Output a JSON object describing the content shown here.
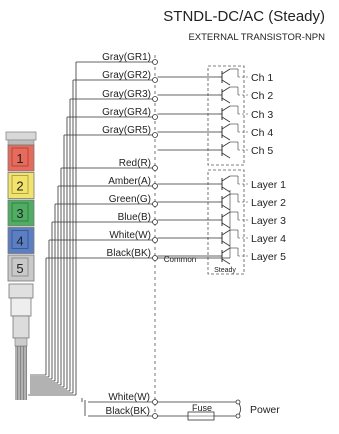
{
  "title": "STNDL-DC/AC (Steady)",
  "subtitle": "EXTERNAL TRANSISTOR-NPN",
  "wires": [
    "Gray(GR1)",
    "Gray(GR2)",
    "Gray(GR3)",
    "Gray(GR4)",
    "Gray(GR5)",
    "Red(R)",
    "Amber(A)",
    "Green(G)",
    "Blue(B)",
    "White(W)",
    "Black(BK)"
  ],
  "channels": [
    "Ch 1",
    "Ch 2",
    "Ch 3",
    "Ch 4",
    "Ch 5"
  ],
  "layers": [
    "Layer 1",
    "Layer 2",
    "Layer 3",
    "Layer 4",
    "Layer 5"
  ],
  "common_label": "Common",
  "steady_label": "Steady",
  "power_wires": [
    "White(W)",
    "Black(BK)"
  ],
  "fuse_label": "Fuse",
  "power_label": "Power",
  "tower_numbers": [
    "1",
    "2",
    "3",
    "4",
    "5"
  ],
  "colors": {
    "layer1": "#e86a5a",
    "layer2": "#f2e46a",
    "layer3": "#4fae63",
    "layer4": "#5b7fc4",
    "layer5": "#c9c9c9",
    "line": "#333333",
    "dashed": "#555555"
  }
}
